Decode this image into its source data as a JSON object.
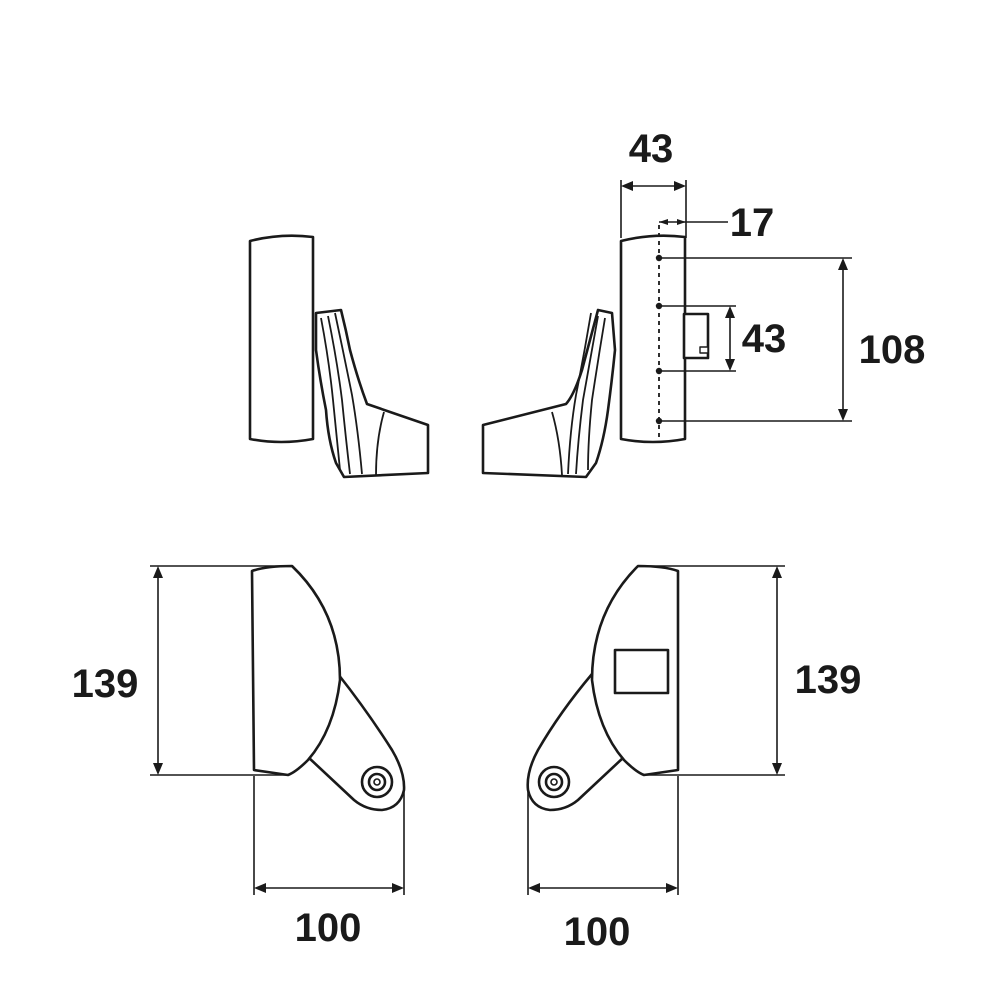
{
  "diagram": {
    "dimensions": {
      "top_width": "43",
      "top_offset": "17",
      "top_hole_spacing": "43",
      "top_height": "108",
      "left_height": "139",
      "right_height": "139",
      "left_depth": "100",
      "right_depth": "100"
    }
  }
}
